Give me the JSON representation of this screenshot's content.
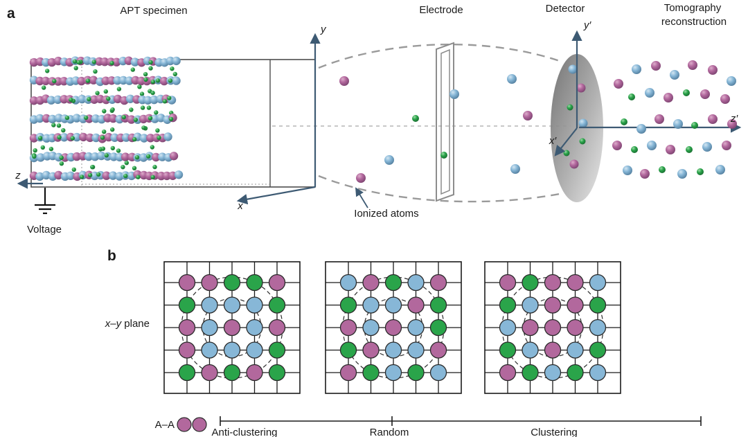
{
  "colors": {
    "pink": "#b2689d",
    "blue": "#87b7d7",
    "green": "#2aa44a",
    "axis": "#3d5a73",
    "wire": "#4d4d4d",
    "dash": "#9a9a9a",
    "electrode": "#8c8c8c",
    "lattice": "#1a1a1a"
  },
  "panel_a": {
    "label": "a",
    "apt_specimen_label": "APT specimen",
    "electrode_label": "Electrode",
    "detector_label": "Detector",
    "tomography_label_line1": "Tomography",
    "tomography_label_line2": "reconstruction",
    "voltage_label": "Voltage",
    "ionized_atoms_label": "Ionized atoms",
    "axes": {
      "x": "x",
      "y": "y",
      "z": "z",
      "xp": "x′",
      "yp": "y′",
      "zp": "z′"
    }
  },
  "panel_b": {
    "label": "b",
    "plane_label_italic": "x–y",
    "plane_label_rest": " plane",
    "legend_pair_label": "A–A",
    "scale_labels": [
      "Anti-clustering",
      "Random",
      "Clustering"
    ],
    "lattices": [
      {
        "name": "anti-clustering",
        "grid": [
          [
            "P",
            "P",
            "G",
            "G",
            "P"
          ],
          [
            "G",
            "B",
            "B",
            "B",
            "G"
          ],
          [
            "P",
            "B",
            "P",
            "B",
            "P"
          ],
          [
            "P",
            "B",
            "B",
            "B",
            "G"
          ],
          [
            "G",
            "P",
            "G",
            "P",
            "G"
          ]
        ]
      },
      {
        "name": "random",
        "grid": [
          [
            "B",
            "P",
            "G",
            "B",
            "P"
          ],
          [
            "G",
            "B",
            "B",
            "P",
            "G"
          ],
          [
            "P",
            "B",
            "P",
            "B",
            "G"
          ],
          [
            "G",
            "P",
            "B",
            "B",
            "P"
          ],
          [
            "P",
            "G",
            "B",
            "G",
            "B"
          ]
        ]
      },
      {
        "name": "clustering",
        "grid": [
          [
            "P",
            "G",
            "P",
            "P",
            "B"
          ],
          [
            "G",
            "B",
            "P",
            "P",
            "G"
          ],
          [
            "B",
            "P",
            "P",
            "P",
            "B"
          ],
          [
            "G",
            "B",
            "P",
            "B",
            "G"
          ],
          [
            "P",
            "G",
            "B",
            "G",
            "B"
          ]
        ]
      }
    ]
  },
  "figure_data": {
    "flight_atoms": [
      [
        497,
        117,
        "P"
      ],
      [
        600,
        171,
        "G"
      ],
      [
        656,
        136,
        "B"
      ],
      [
        739,
        114,
        "B"
      ],
      [
        562,
        231,
        "B"
      ],
      [
        521,
        257,
        "P"
      ],
      [
        641,
        224,
        "G"
      ],
      [
        744,
        244,
        "B"
      ],
      [
        762,
        167,
        "P"
      ]
    ],
    "detector_atoms": [
      [
        827,
        100,
        "B"
      ],
      [
        839,
        127,
        "P"
      ],
      [
        823,
        155,
        "G"
      ],
      [
        842,
        178,
        "B"
      ],
      [
        841,
        204,
        "G"
      ],
      [
        818,
        221,
        "G"
      ],
      [
        829,
        237,
        "P"
      ]
    ],
    "reconstruction_atoms": [
      [
        893,
        121,
        "P"
      ],
      [
        919,
        100,
        "B"
      ],
      [
        947,
        95,
        "P"
      ],
      [
        974,
        108,
        "B"
      ],
      [
        1000,
        94,
        "P"
      ],
      [
        1029,
        101,
        "P"
      ],
      [
        1056,
        117,
        "B"
      ],
      [
        912,
        140,
        "G"
      ],
      [
        938,
        134,
        "B"
      ],
      [
        965,
        141,
        "P"
      ],
      [
        991,
        134,
        "G"
      ],
      [
        1018,
        136,
        "P"
      ],
      [
        1047,
        143,
        "P"
      ],
      [
        901,
        176,
        "G"
      ],
      [
        926,
        186,
        "B"
      ],
      [
        952,
        172,
        "P"
      ],
      [
        979,
        179,
        "B"
      ],
      [
        1003,
        181,
        "G"
      ],
      [
        1029,
        172,
        "P"
      ],
      [
        1057,
        179,
        "P"
      ],
      [
        891,
        210,
        "P"
      ],
      [
        916,
        216,
        "G"
      ],
      [
        941,
        210,
        "B"
      ],
      [
        968,
        216,
        "P"
      ],
      [
        995,
        216,
        "G"
      ],
      [
        1021,
        212,
        "B"
      ],
      [
        1049,
        210,
        "P"
      ],
      [
        906,
        246,
        "B"
      ],
      [
        931,
        251,
        "P"
      ],
      [
        956,
        245,
        "G"
      ],
      [
        985,
        251,
        "B"
      ],
      [
        1011,
        248,
        "G"
      ],
      [
        1040,
        245,
        "B"
      ]
    ]
  }
}
